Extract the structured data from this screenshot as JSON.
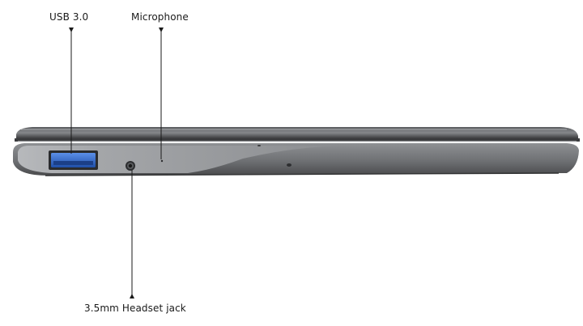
{
  "labels": {
    "usb": "USB 3.0",
    "microphone": "Microphone",
    "headset_jack": "3.5mm Headset jack"
  },
  "colors": {
    "body": "#6b6d70",
    "body_dark": "#3d3e40",
    "highlight": "#bfc1c4",
    "usb_port": "#2f67c9",
    "leader": "#1a1a1a"
  }
}
